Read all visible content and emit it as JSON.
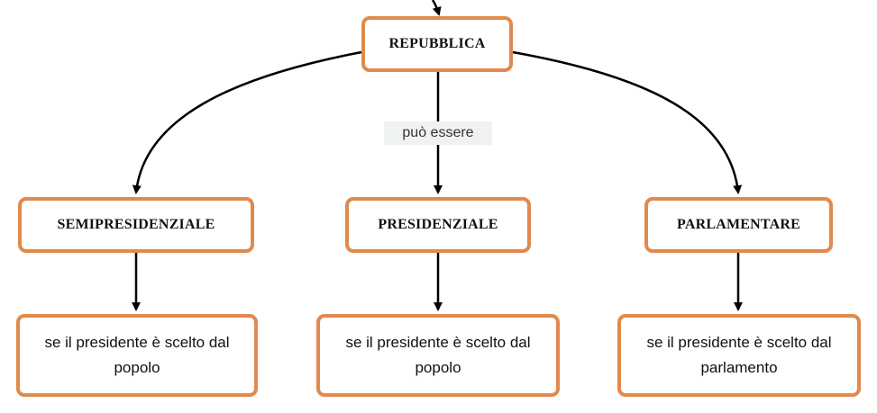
{
  "concepts": {
    "root": "REPUBBLICA",
    "semipresidenziale": "SEMIPRESIDENZIALE",
    "presidenziale": "PRESIDENZIALE",
    "parlamentare": "PARLAMENTARE"
  },
  "link_label": "può essere",
  "descriptions": {
    "semipresidenziale": "se il presidente è scelto dal popolo",
    "presidenziale": "se il presidente è scelto dal popolo",
    "parlamentare": "se il presidente è scelto dal parlamento"
  },
  "colors": {
    "node_border": "#e08a4d",
    "connector": "#000000",
    "label_background": "#eff2f1"
  }
}
